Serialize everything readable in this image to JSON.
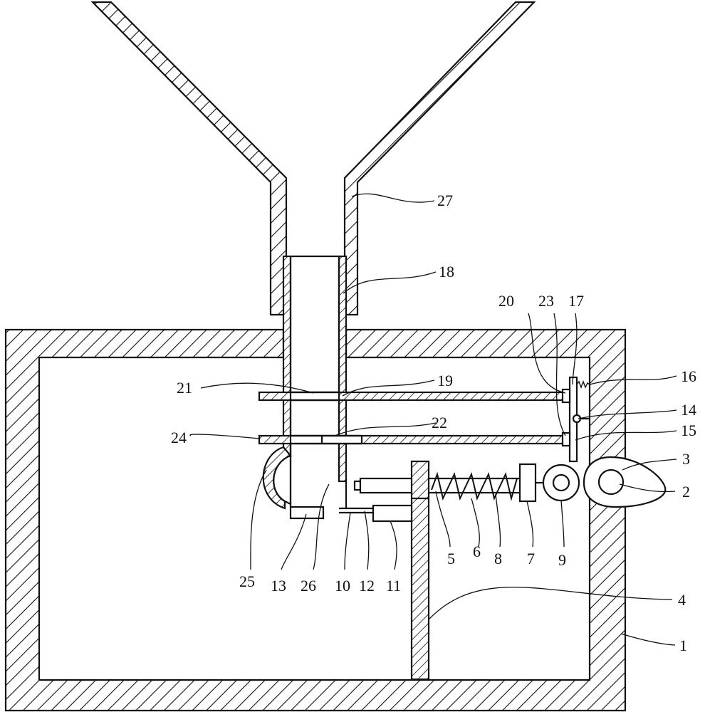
{
  "labels": {
    "l1": "1",
    "l2": "2",
    "l3": "3",
    "l4": "4",
    "l5": "5",
    "l6": "6",
    "l7": "7",
    "l8": "8",
    "l9": "9",
    "l10": "10",
    "l11": "11",
    "l12": "12",
    "l13": "13",
    "l14": "14",
    "l15": "15",
    "l16": "16",
    "l17": "17",
    "l18": "18",
    "l19": "19",
    "l20": "20",
    "l21": "21",
    "l22": "22",
    "l23": "23",
    "l24": "24",
    "l25": "25",
    "l26": "26",
    "l27": "27"
  },
  "colors": {
    "line": "#111111",
    "hatch": "#111111",
    "fill": "#ffffff"
  }
}
